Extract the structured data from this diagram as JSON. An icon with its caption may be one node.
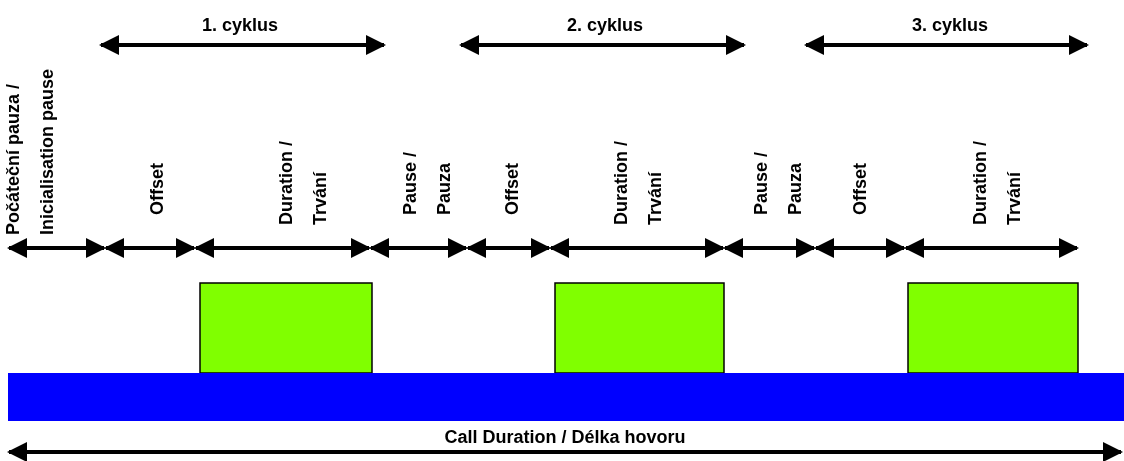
{
  "diagram": {
    "nodes": [
      {
        "text": [],
        "shape": "box"
      },
      {
        "text": [],
        "shape": "box"
      },
      {
        "text": [],
        "shape": "box"
      },
      {
        "text": [],
        "shape": "bar"
      }
    ],
    "labels": [
      "Počáteční pauza / Inicialisation pause",
      "1. cyklus",
      "2. cyklus",
      "3. cyklus",
      "Offset",
      "Duration / Trvání",
      "Pause / Pauza",
      "Offset",
      "Duration / Trvání",
      "Pause / Pauza",
      "Offset",
      "Duration / Trvání",
      "Call Duration / Délka hovoru"
    ]
  }
}
